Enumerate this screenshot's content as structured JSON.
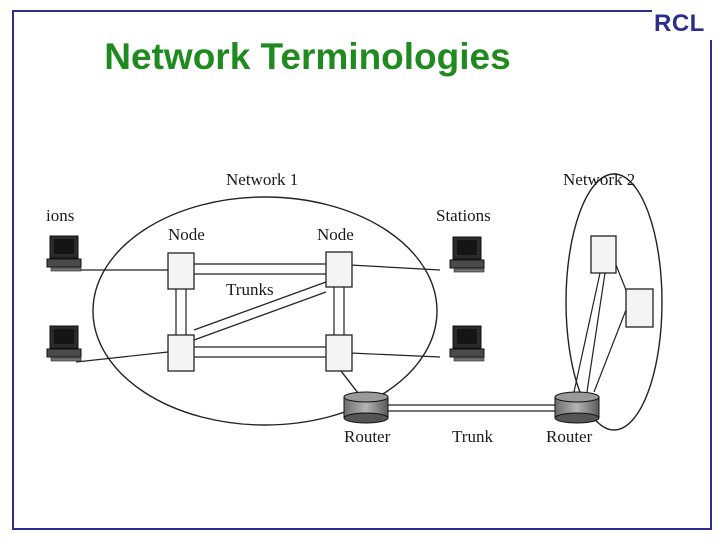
{
  "slide": {
    "title": "Network Terminologies",
    "logo": "RCL",
    "accent_color": "#2a2f8f",
    "title_color": "#1f8a1f"
  },
  "diagram": {
    "network1_label": "Network 1",
    "network2_label": "Network 2",
    "stations_left_label": "ions",
    "stations_right_label": "Stations",
    "node_label_left": "Node",
    "node_label_right": "Node",
    "trunks_label": "Trunks",
    "router_left_label": "Router",
    "trunk_label": "Trunk",
    "router_right_label": "Router"
  }
}
